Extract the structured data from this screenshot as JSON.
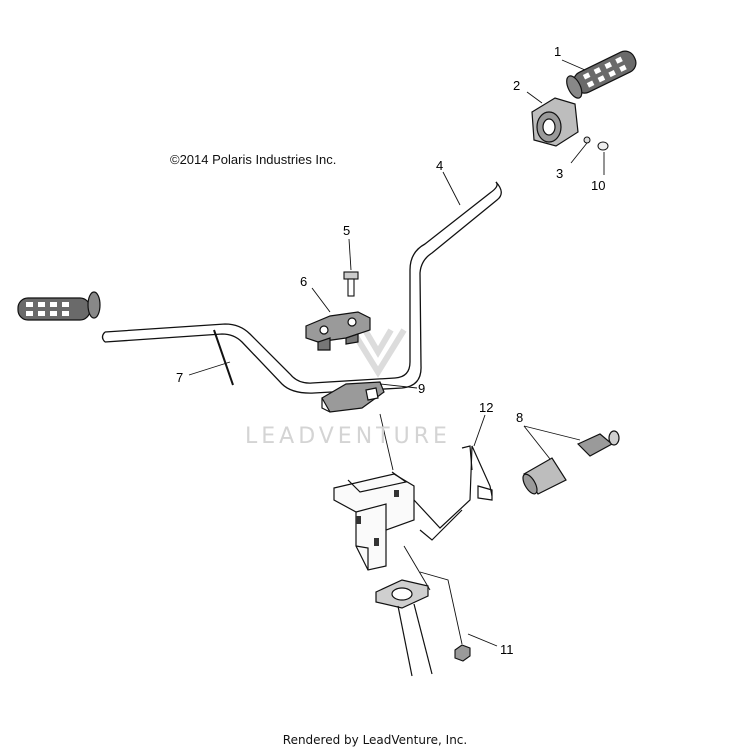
{
  "copyright": "©2014 Polaris Industries Inc.",
  "watermark": "LEADVENTURE",
  "footer": "Rendered by LeadVenture, Inc.",
  "callouts": [
    "1",
    "2",
    "3",
    "4",
    "5",
    "6",
    "7",
    "8",
    "9",
    "10",
    "11",
    "12"
  ],
  "colors": {
    "line": "#111111",
    "shade": "#555555",
    "watermark": "#d4d4d4"
  }
}
